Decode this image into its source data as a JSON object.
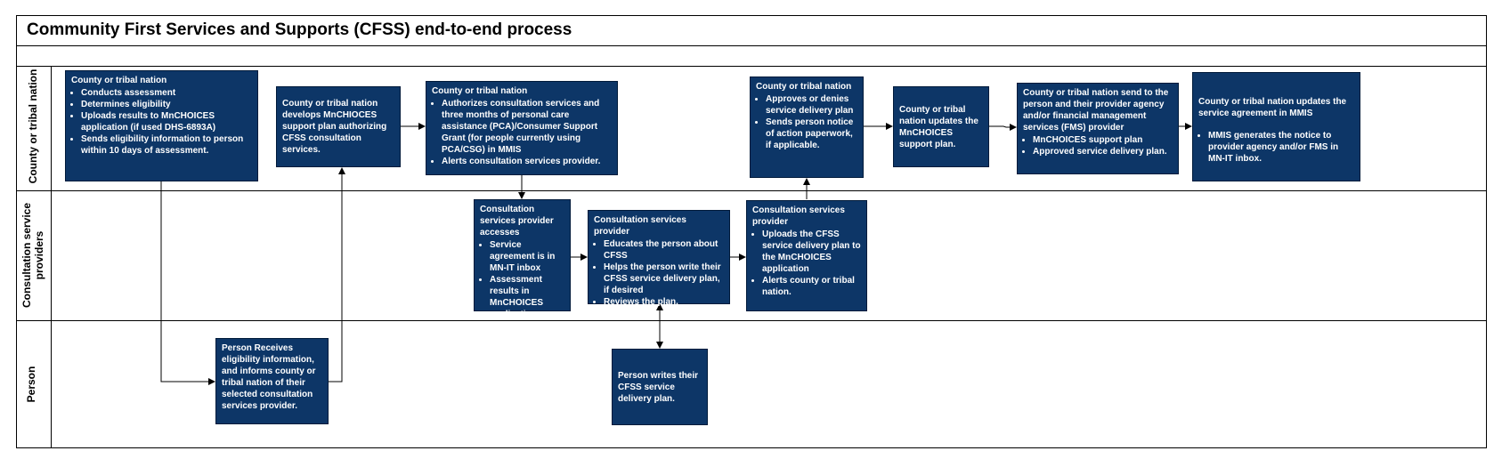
{
  "title": "Community First Services and Supports (CFSS) end-to-end process",
  "lanes": [
    {
      "label": "County or tribal nation"
    },
    {
      "label": "Consultation service providers"
    },
    {
      "label": "Person"
    }
  ],
  "boxes": {
    "b1": {
      "head": "County or tribal nation",
      "bullets": [
        "Conducts assessment",
        "Determines eligibility",
        "Uploads results to MnCHOICES application (if used DHS-6893A)",
        "Sends eligibility information to person within 10 days of assessment."
      ]
    },
    "b2": {
      "text": "County or tribal nation develops MnCHIOCES support plan authorizing CFSS consultation services."
    },
    "b3": {
      "head": "County or tribal nation",
      "bullets": [
        "Authorizes consultation services and three months of personal care assistance (PCA)/Consumer Support Grant (for people currently using PCA/CSG) in MMIS",
        "Alerts consultation services provider."
      ]
    },
    "b4": {
      "head": "County or tribal nation",
      "bullets": [
        "Approves or denies service delivery plan",
        "Sends person notice of action paperwork, if applicable."
      ]
    },
    "b5": {
      "text": "County or tribal nation updates the MnCHOICES support plan."
    },
    "b6": {
      "head": "County or tribal nation send to the person and their provider agency and/or financial management services (FMS) provider",
      "bullets": [
        "MnCHOICES support plan",
        "Approved service delivery plan."
      ]
    },
    "b7": {
      "head": "County or tribal nation updates the service agreement in MMIS",
      "bullets": [
        "MMIS generates the notice to provider agency and/or FMS in MN-IT inbox."
      ]
    },
    "b8": {
      "head": "Consultation services provider accesses",
      "bullets": [
        "Service agreement is in MN-IT inbox",
        "Assessment results in MnCHOICES application."
      ]
    },
    "b9": {
      "head": "Consultation services provider",
      "bullets": [
        "Educates the person about CFSS",
        "Helps the person write their CFSS service delivery plan, if desired",
        "Reviews the plan."
      ]
    },
    "b10": {
      "head": "Consultation services provider",
      "bullets": [
        "Uploads the CFSS service delivery plan to the MnCHOICES application",
        "Alerts county or tribal nation."
      ]
    },
    "b11": {
      "text": "Person Receives eligibility information, and informs county or tribal nation of their selected consultation services provider."
    },
    "b12": {
      "text": "Person writes their CFSS service delivery plan."
    }
  }
}
